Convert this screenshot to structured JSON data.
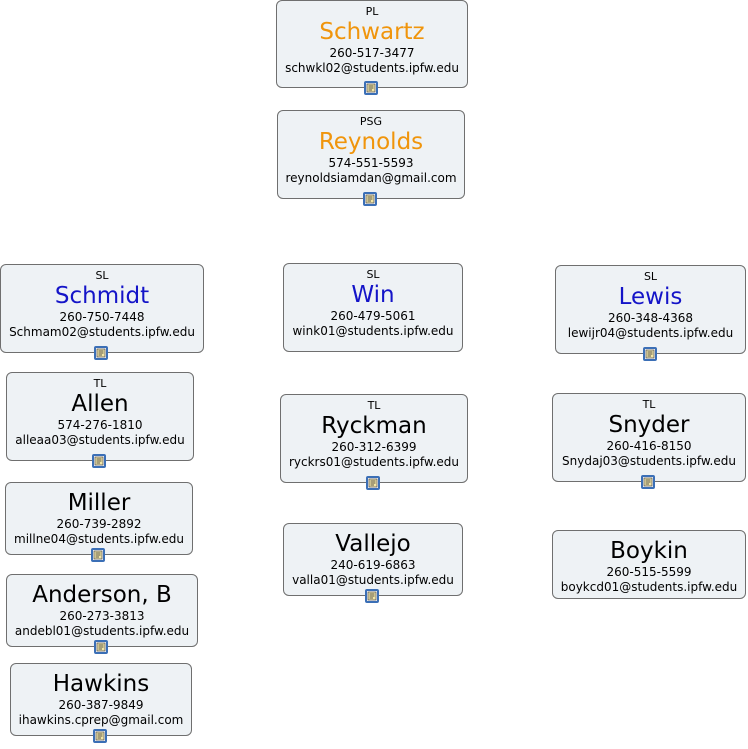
{
  "cards": [
    {
      "id": "schwartz",
      "role": "PL",
      "name": "Schwartz",
      "name_color": "orange",
      "phone": "260-517-3477",
      "email": "schwkl02@students.ipfw.edu"
    },
    {
      "id": "reynolds",
      "role": "PSG",
      "name": "Reynolds",
      "name_color": "orange",
      "phone": "574-551-5593",
      "email": "reynoldsiamdan@gmail.com"
    },
    {
      "id": "schmidt",
      "role": "SL",
      "name": "Schmidt",
      "name_color": "blue",
      "phone": "260-750-7448",
      "email": "Schmam02@students.ipfw.edu"
    },
    {
      "id": "win",
      "role": "SL",
      "name": "Win",
      "name_color": "blue",
      "phone": "260-479-5061",
      "email": "wink01@students.ipfw.edu"
    },
    {
      "id": "lewis",
      "role": "SL",
      "name": "Lewis",
      "name_color": "blue",
      "phone": "260-348-4368",
      "email": "lewijr04@students.ipfw.edu"
    },
    {
      "id": "allen",
      "role": "TL",
      "name": "Allen",
      "name_color": "black",
      "phone": "574-276-1810",
      "email": "alleaa03@students.ipfw.edu"
    },
    {
      "id": "ryckman",
      "role": "TL",
      "name": "Ryckman",
      "name_color": "black",
      "phone": "260-312-6399",
      "email": "ryckrs01@students.ipfw.edu"
    },
    {
      "id": "snyder",
      "role": "TL",
      "name": "Snyder",
      "name_color": "black",
      "phone": "260-416-8150",
      "email": "Snydaj03@students.ipfw.edu"
    },
    {
      "id": "miller",
      "role": "",
      "name": "Miller",
      "name_color": "black",
      "phone": "260-739-2892",
      "email": "millne04@students.ipfw.edu"
    },
    {
      "id": "vallejo",
      "role": "",
      "name": "Vallejo",
      "name_color": "black",
      "phone": "240-619-6863",
      "email": "valla01@students.ipfw.edu"
    },
    {
      "id": "boykin",
      "role": "",
      "name": "Boykin",
      "name_color": "black",
      "phone": "260-515-5599",
      "email": "boykcd01@students.ipfw.edu"
    },
    {
      "id": "anderson",
      "role": "",
      "name": "Anderson, B",
      "name_color": "black",
      "phone": "260-273-3813",
      "email": "andebl01@students.ipfw.edu"
    },
    {
      "id": "hawkins",
      "role": "",
      "name": "Hawkins",
      "name_color": "black",
      "phone": "260-387-9849",
      "email": "ihawkins.cprep@gmail.com"
    }
  ],
  "icons": {
    "notes": "document-icon"
  }
}
